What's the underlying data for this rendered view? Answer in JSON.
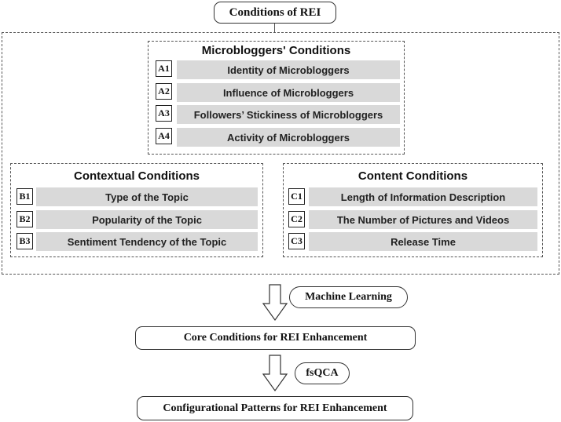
{
  "title": "Conditions of REI",
  "microbloggers": {
    "title": "Microbloggers' Conditions",
    "items": [
      {
        "code": "A1",
        "label": "Identity of Microbloggers"
      },
      {
        "code": "A2",
        "label": "Influence of Microbloggers"
      },
      {
        "code": "A3",
        "label": "Followers’ Stickiness of Microbloggers"
      },
      {
        "code": "A4",
        "label": "Activity of Microbloggers"
      }
    ]
  },
  "contextual": {
    "title": "Contextual Conditions",
    "items": [
      {
        "code": "B1",
        "label": "Type of the Topic"
      },
      {
        "code": "B2",
        "label": "Popularity of the Topic"
      },
      {
        "code": "B3",
        "label": "Sentiment Tendency of the Topic"
      }
    ]
  },
  "content": {
    "title": "Content Conditions",
    "items": [
      {
        "code": "C1",
        "label": "Length of Information Description"
      },
      {
        "code": "C2",
        "label": "The Number of Pictures and Videos"
      },
      {
        "code": "C3",
        "label": "Release Time"
      }
    ]
  },
  "step1": {
    "method": "Machine Learning",
    "result": "Core Conditions for REI Enhancement"
  },
  "step2": {
    "method": "fsQCA",
    "result": "Configurational Patterns for REI Enhancement"
  },
  "colors": {
    "item_fill": "#d9d9d9",
    "border": "#333333"
  }
}
